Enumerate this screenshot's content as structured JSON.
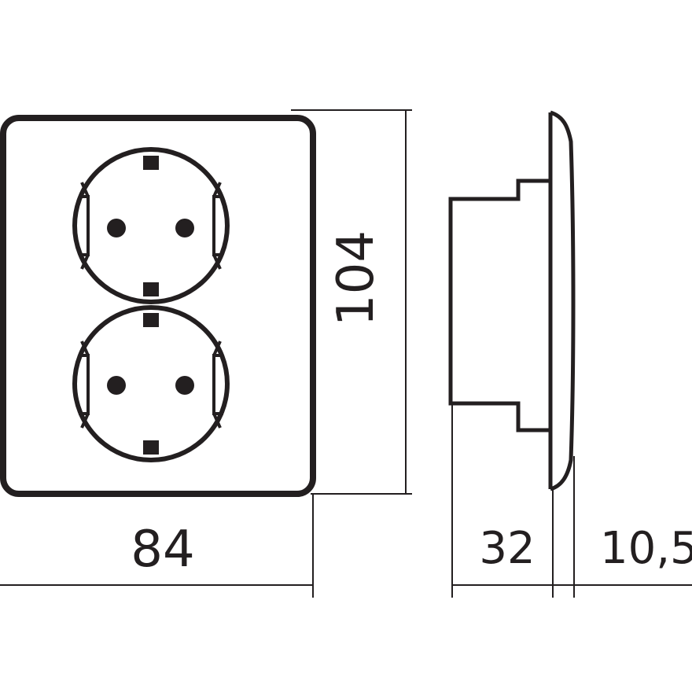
{
  "colors": {
    "line": "#231f20",
    "background": "#ffffff"
  },
  "dimensions": {
    "width": "84",
    "height": "104",
    "depth": "32",
    "plate_thickness": "10,5"
  }
}
